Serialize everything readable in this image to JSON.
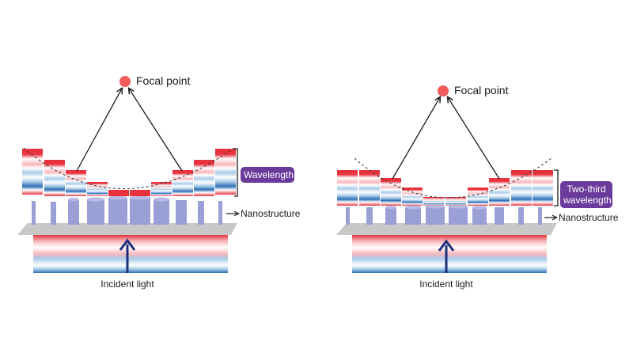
{
  "colors": {
    "red": "#e8333f",
    "red_light": "#f6b7bb",
    "blue": "#2f6fb8",
    "blue_light": "#a9cbe8",
    "pillar": "#9a9fd6",
    "platform": "#c8c8c8",
    "arrow": "#1e2f7a",
    "focal": "#f25b5b",
    "badge": "#6a3b9b"
  },
  "left_panel": {
    "focal_label": "Focal point",
    "badge_label": "Wavelength",
    "nanostructure_label": "Nanostructure",
    "incident_label": "Incident light"
  },
  "right_panel": {
    "focal_label": "Focal point",
    "badge_line1": "Two-third",
    "badge_line2": "wavelength",
    "nanostructure_label": "Nanostructure",
    "incident_label": "Incident light"
  }
}
